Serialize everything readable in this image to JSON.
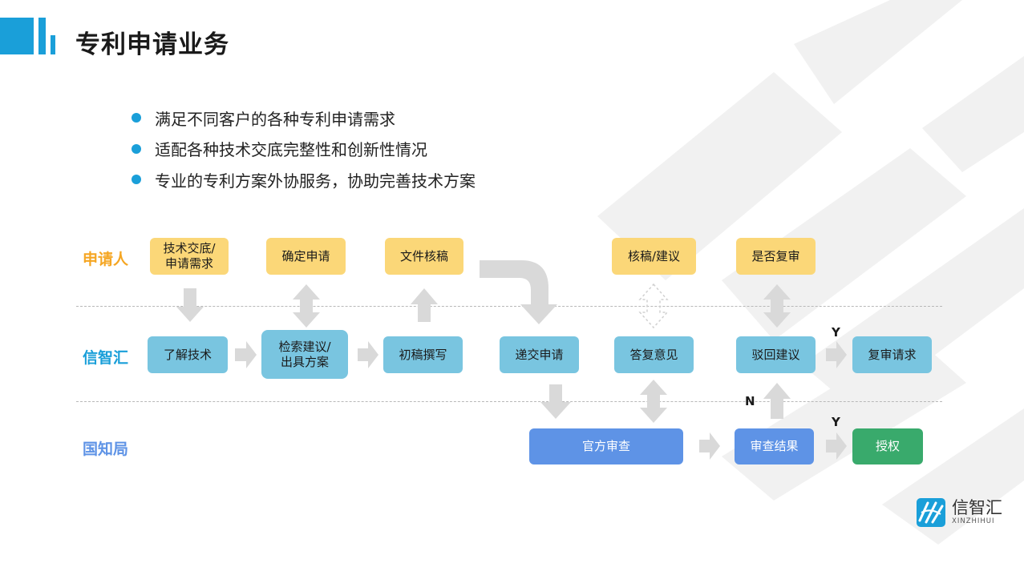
{
  "title": "专利申请业务",
  "bullets": [
    "满足不同客户的各种专利申请需求",
    "适配各种技术交底完整性和创新性情况",
    "专业的专利方案外协服务，协助完善技术方案"
  ],
  "lanes": {
    "applicant": "申请人",
    "xinzhihui": "信智汇",
    "cnipa": "国知局"
  },
  "nodes": {
    "tech_disclosure": "技术交底/\n申请需求",
    "confirm_apply": "确定申请",
    "doc_review": "文件核稿",
    "review_suggest": "核稿/建议",
    "reexam_decide": "是否复审",
    "understand_tech": "了解技术",
    "search_suggest": "检索建议/\n出具方案",
    "draft_write": "初稿撰写",
    "submit_apply": "递交申请",
    "reply_opinion": "答复意见",
    "reject_suggest": "驳回建议",
    "reexam_request": "复审请求",
    "official_exam": "官方审查",
    "exam_result": "审查结果",
    "grant": "授权"
  },
  "decisions": {
    "yes_reexam": "Y",
    "no_result": "N",
    "yes_grant": "Y"
  },
  "logo": {
    "name": "信智汇",
    "sub": "XINZHIHUI"
  },
  "colors": {
    "accent": "#1a9fd9",
    "applicant_label": "#f5a623",
    "xinzhihui_label": "#1a9fd9",
    "cnipa_label": "#5e93e6",
    "yellow_box": "#fbd778",
    "teal_box": "#79c5e0",
    "blue_box": "#5e93e6",
    "green_box": "#39aa6c"
  }
}
